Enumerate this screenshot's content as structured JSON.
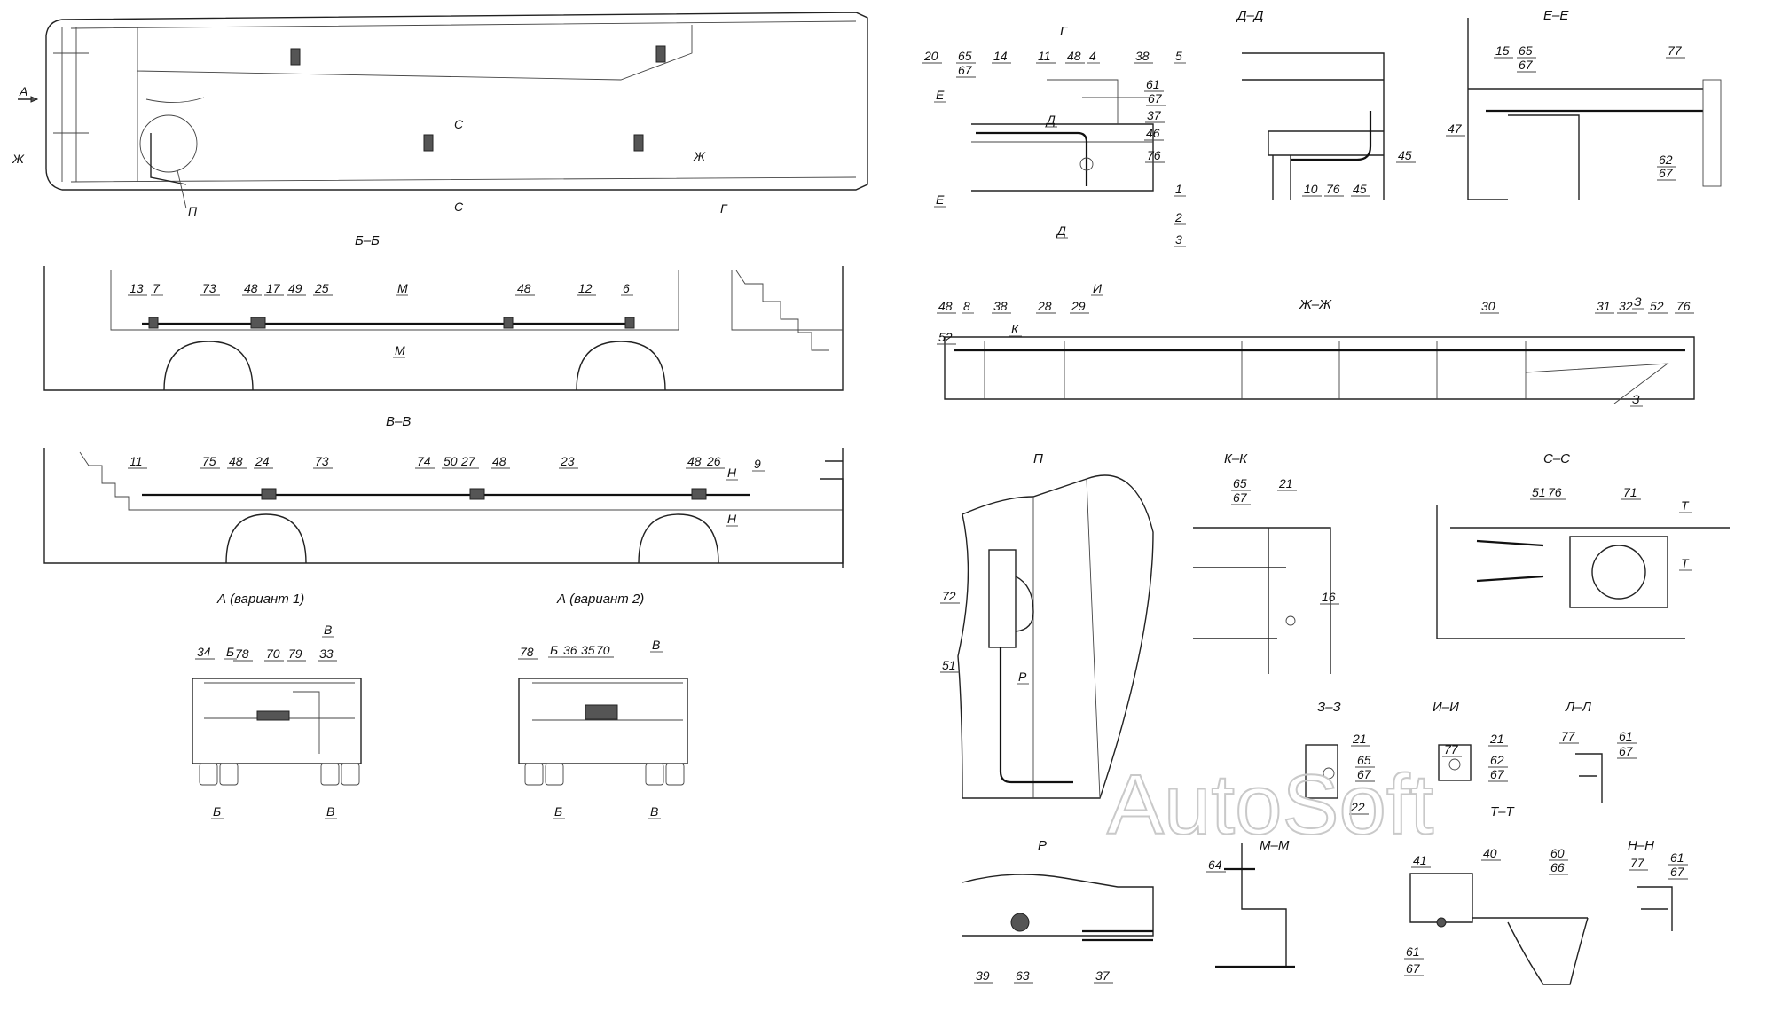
{
  "watermark": "AutoSoft",
  "section_titles": {
    "bb": "Б–Б",
    "vv": "В–В",
    "a1": "А (вариант 1)",
    "a2": "А (вариант 2)",
    "g": "Г",
    "dd": "Д–Д",
    "ee": "Е–Е",
    "zhzh": "Ж–Ж",
    "p": "П",
    "kk": "К–К",
    "ss": "С–С",
    "zz": "З–З",
    "ii": "И–И",
    "ll": "Л–Л",
    "r": "Р",
    "mm": "М–М",
    "tt": "Т–Т",
    "nn": "Н–Н"
  },
  "plan_markers": {
    "a": "А",
    "zh": "Ж",
    "s": "С",
    "g": "Г",
    "p": "П"
  },
  "labels": {
    "bb": [
      "13",
      "7",
      "73",
      "48",
      "17",
      "49",
      "25",
      "М",
      "48",
      "12",
      "6",
      "М"
    ],
    "vv": [
      "11",
      "75",
      "48",
      "24",
      "73",
      "74",
      "50",
      "27",
      "48",
      "23",
      "48",
      "26",
      "Н",
      "9",
      "Н"
    ],
    "a1": [
      "34",
      "Б",
      "78",
      "70",
      "79",
      "33",
      "В",
      "Б",
      "В"
    ],
    "a2": [
      "78",
      "Б",
      "36",
      "35",
      "70",
      "В",
      "Б",
      "В"
    ],
    "g": [
      "20",
      "65",
      "67",
      "14",
      "11",
      "48",
      "4",
      "38",
      "5",
      "61",
      "67",
      "37",
      "46",
      "76",
      "1",
      "2",
      "3",
      "Е",
      "Е",
      "Д",
      "Д"
    ],
    "dd": [
      "45",
      "10",
      "76",
      "45"
    ],
    "ee": [
      "15",
      "65",
      "67",
      "77",
      "47",
      "62",
      "67"
    ],
    "zhzh": [
      "48",
      "8",
      "38",
      "52",
      "К",
      "28",
      "29",
      "И",
      "30",
      "31",
      "32",
      "З",
      "52",
      "76",
      "З"
    ],
    "p": [
      "72",
      "51",
      "Р"
    ],
    "kk": [
      "65",
      "67",
      "21",
      "16"
    ],
    "ss": [
      "51",
      "76",
      "71",
      "Т",
      "Т"
    ],
    "zz": [
      "21",
      "65",
      "67",
      "22"
    ],
    "ii": [
      "77",
      "21",
      "62",
      "67"
    ],
    "ll": [
      "77",
      "61",
      "67"
    ],
    "r": [
      "39",
      "63",
      "37"
    ],
    "mm": [
      "64"
    ],
    "tt": [
      "41",
      "40",
      "60",
      "66",
      "61",
      "67"
    ],
    "nn": [
      "77",
      "61",
      "67"
    ]
  }
}
